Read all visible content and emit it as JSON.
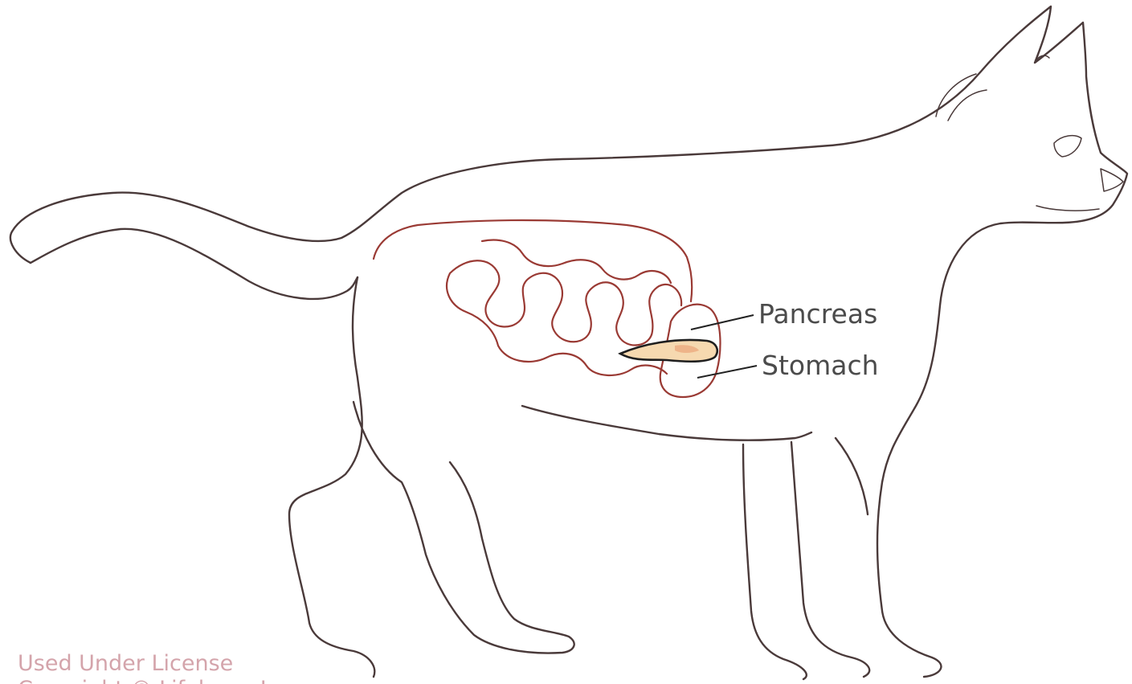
{
  "labels": {
    "pancreas": "Pancreas",
    "stomach": "Stomach"
  },
  "watermark": {
    "line1": "Used Under License",
    "line2": "Copyright © Lifelearn Inc."
  },
  "colors": {
    "body_outline": "#4a3a3a",
    "intestine": "#9a3a34",
    "pancreas_fill": "#f6d9b0",
    "pancreas_core": "#eeb489",
    "eye": "#a9c4a0",
    "nose": "#f0c5c5",
    "label_text": "#4b4b4b",
    "watermark_text": "#d4a4ab"
  }
}
